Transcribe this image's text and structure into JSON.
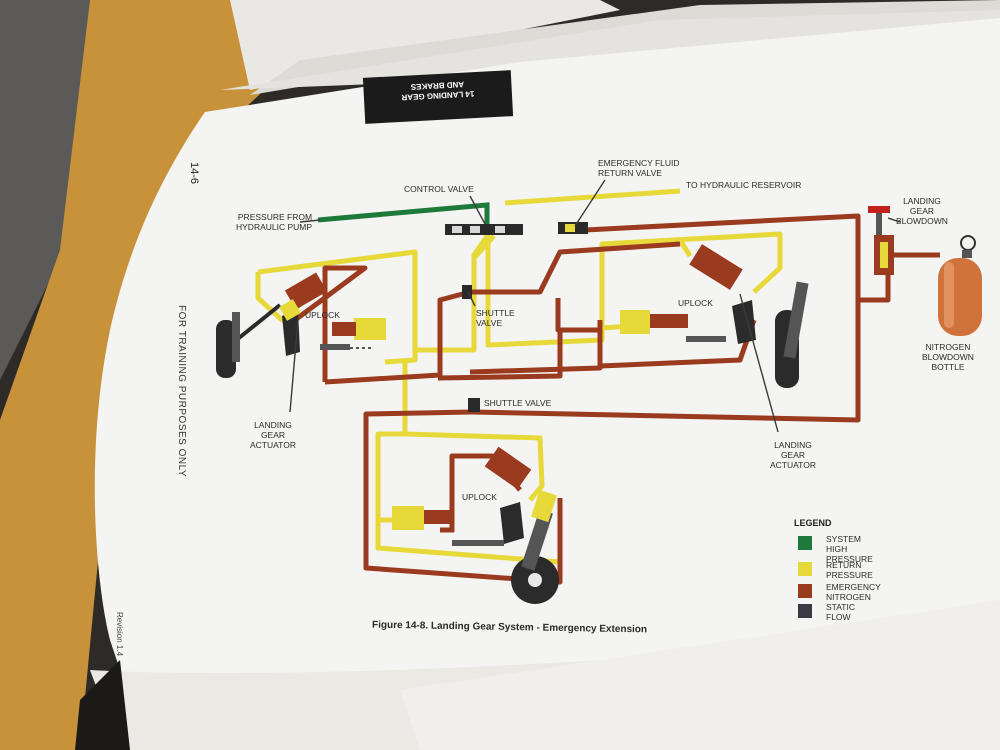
{
  "chapter_tab": "14 LANDING GEAR\nAND BRAKES",
  "page_number": "14-6",
  "side_note": "FOR TRAINING PURPOSES ONLY",
  "revision": "Revision 1.4",
  "figure_caption": "Figure 14-8.  Landing Gear System - Emergency Extension",
  "labels": {
    "control_valve": "CONTROL VALVE",
    "pressure_from_pump": "PRESSURE FROM\nHYDRAULIC PUMP",
    "emergency_return_valve": "EMERGENCY FLUID\nRETURN VALVE",
    "to_reservoir": "TO HYDRAULIC RESERVOIR",
    "landing_gear_blowdown": "LANDING\nGEAR\nBLOWDOWN",
    "nitrogen_bottle": "NITROGEN\nBLOWDOWN\nBOTTLE",
    "uplock_left": "UPLOCK",
    "uplock_right": "UPLOCK",
    "uplock_nose": "UPLOCK",
    "shuttle_valve_upper": "SHUTTLE\nVALVE",
    "shuttle_valve_lower": "SHUTTLE VALVE",
    "actuator_left": "LANDING\nGEAR\nACTUATOR",
    "actuator_right": "LANDING\nGEAR\nACTUATOR"
  },
  "legend": {
    "title": "LEGEND",
    "items": [
      {
        "label": "SYSTEM HIGH\nPRESSURE",
        "color": "#1e7a3a"
      },
      {
        "label": "RETURN PRESSURE",
        "color": "#e8d93a"
      },
      {
        "label": "EMERGENCY NITROGEN",
        "color": "#9a3a1e"
      },
      {
        "label": "STATIC FLOW",
        "color": "#3a3a45"
      }
    ]
  },
  "colors": {
    "high_pressure": "#1e7a3a",
    "return": "#e8d93a",
    "nitrogen": "#9a3a1e",
    "static": "#3a3a45",
    "page": "#f4f4f2",
    "desk": "#c8923a"
  }
}
